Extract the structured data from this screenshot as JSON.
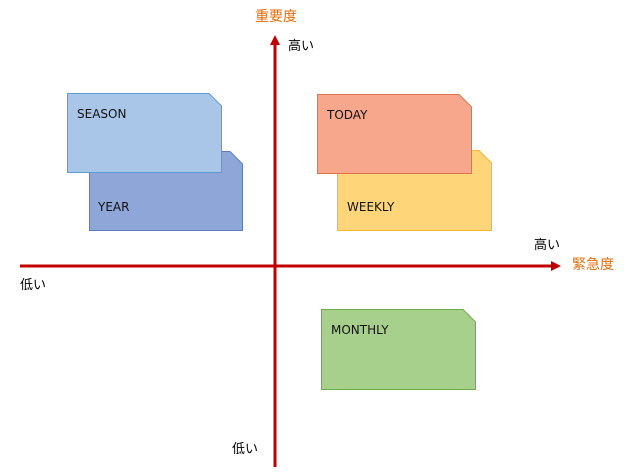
{
  "axes": {
    "vertical_title": "重要度",
    "vertical_high": "高い",
    "vertical_low": "低い",
    "horizontal_title": "緊急度",
    "horizontal_high": "高い",
    "horizontal_low": "低い",
    "axis_color": "#c00000",
    "title_color": "#e46c0a"
  },
  "cards": {
    "year": {
      "label": "YEAR",
      "fill": "#8fa7d8",
      "stroke": "#5b7bc4"
    },
    "season": {
      "label": "SEASON",
      "fill": "#a9c6e8",
      "stroke": "#5b9bd5"
    },
    "weekly": {
      "label": "WEEKLY",
      "fill": "#ffd57a",
      "stroke": "#f2b630"
    },
    "today": {
      "label": "TODAY",
      "fill": "#f7a78c",
      "stroke": "#e5704a"
    },
    "monthly": {
      "label": "MONTHLY",
      "fill": "#a8d08d",
      "stroke": "#70ad47"
    }
  }
}
